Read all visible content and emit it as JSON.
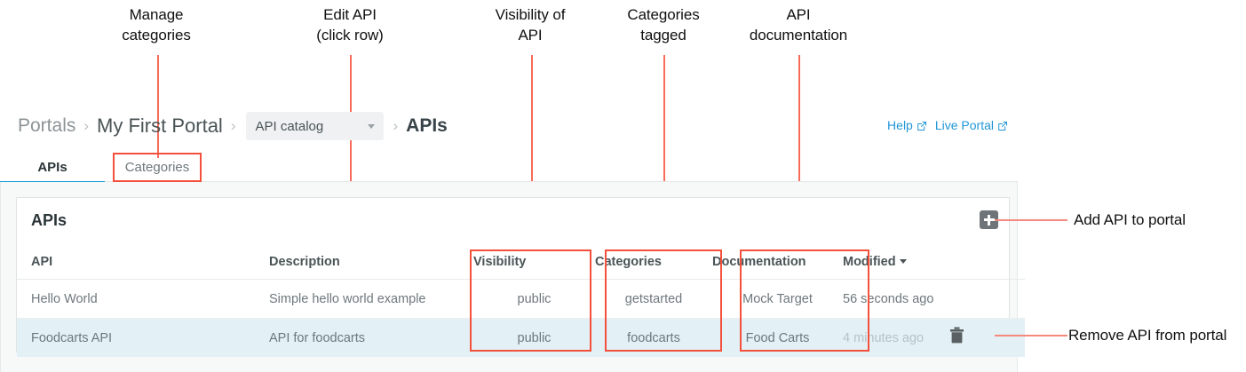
{
  "annotations": {
    "callouts": [
      {
        "text": "Manage\ncategories",
        "name": "annotation-manage-categories"
      },
      {
        "text": "Edit API\n(click row)",
        "name": "annotation-edit-api"
      },
      {
        "text": "Visibility of\nAPI",
        "name": "annotation-visibility"
      },
      {
        "text": "Categories\ntagged",
        "name": "annotation-categories-tagged"
      },
      {
        "text": "API\ndocumentation",
        "name": "annotation-api-documentation"
      },
      {
        "text": "Add API to portal",
        "name": "annotation-add-api"
      },
      {
        "text": "Remove API from portal",
        "name": "annotation-remove-api"
      }
    ],
    "accent": "#f4503c",
    "line": "#f76b5a"
  },
  "breadcrumb": {
    "root": "Portals",
    "portal": "My First Portal",
    "catalog_select": "API catalog",
    "current": "APIs",
    "separator": "›"
  },
  "header": {
    "help_label": "Help",
    "live_portal_label": "Live Portal",
    "link_color": "#2196d6"
  },
  "tabs": [
    {
      "label": "APIs",
      "active": true
    },
    {
      "label": "Categories",
      "active": false
    }
  ],
  "panel": {
    "title": "APIs",
    "add_button_label": "+",
    "columns": [
      "API",
      "Description",
      "Visibility",
      "Categories",
      "Documentation",
      "Modified"
    ],
    "sorted_column": "Modified",
    "rows": [
      {
        "api": "Hello World",
        "description": "Simple hello world example",
        "visibility": "public",
        "categories": "getstarted",
        "documentation": "Mock Target",
        "modified": "56 seconds ago",
        "selected": false
      },
      {
        "api": "Foodcarts API",
        "description": "API for foodcarts",
        "visibility": "public",
        "categories": "foodcarts",
        "documentation": "Food Carts",
        "modified": "4 minutes ago",
        "selected": true
      }
    ]
  },
  "colors": {
    "selected_row": "#e3f0f6",
    "tab_underline": "#1a9bd7",
    "panel_bg": "#f7f8f8"
  }
}
